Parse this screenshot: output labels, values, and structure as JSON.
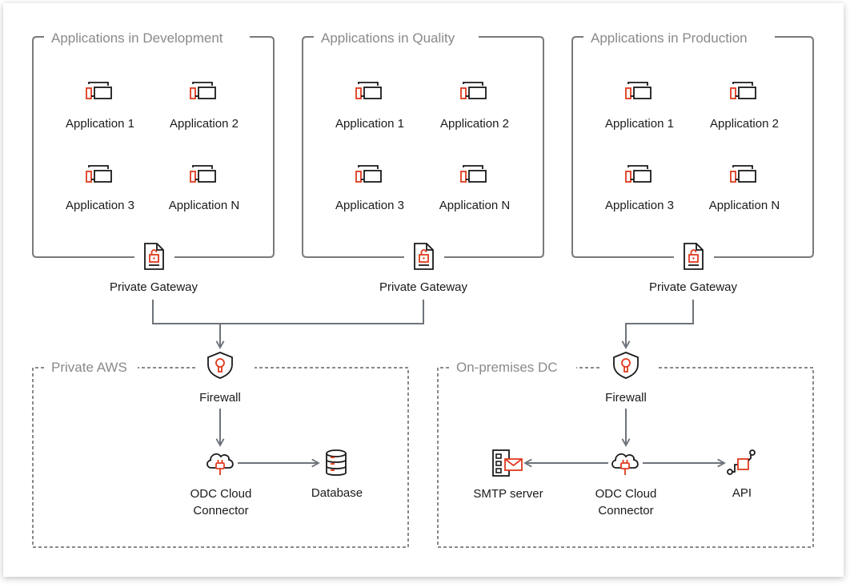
{
  "groups": {
    "dev": {
      "title": "Applications in Development",
      "apps": [
        "Application 1",
        "Application 2",
        "Application 3",
        "Application N"
      ],
      "gateway": "Private Gateway"
    },
    "quality": {
      "title": "Applications in Quality",
      "apps": [
        "Application 1",
        "Application 2",
        "Application 3",
        "Application N"
      ],
      "gateway": "Private Gateway"
    },
    "prod": {
      "title": "Applications in Production",
      "apps": [
        "Application 1",
        "Application 2",
        "Application 3",
        "Application N"
      ],
      "gateway": "Private Gateway"
    }
  },
  "aws": {
    "title": "Private AWS",
    "firewall": "Firewall",
    "connector": [
      "ODC Cloud",
      "Connector"
    ],
    "database": "Database"
  },
  "onprem": {
    "title": "On-premises DC",
    "firewall": "Firewall",
    "connector": [
      "ODC Cloud",
      "Connector"
    ],
    "smtp": "SMTP server",
    "api": "API"
  },
  "colors": {
    "accent": "#e03a1e",
    "line": "#6e737a",
    "text": "#1a1a1a",
    "muted": "#8a8a8a"
  },
  "icons": [
    "application-icon",
    "gateway-document-lock-icon",
    "firewall-shield-lock-icon",
    "cloud-plug-icon",
    "database-icon",
    "smtp-mail-server-icon",
    "api-icon"
  ]
}
